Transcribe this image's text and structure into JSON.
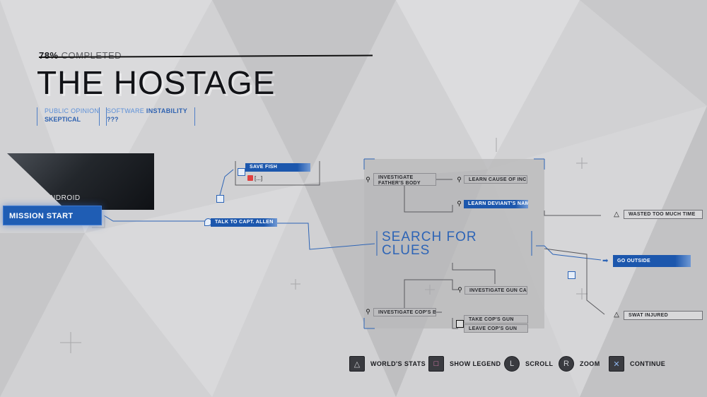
{
  "header": {
    "percent": "78%",
    "completed_label": "COMPLETED",
    "chapter_title": "THE HOSTAGE"
  },
  "stats": {
    "public_opinion_label": "PUBLIC OPINION",
    "public_opinion_value": "SKEPTICAL",
    "software_label_light": "SOFTWARE",
    "software_label_bold": "INSTABILITY",
    "software_value": "???"
  },
  "portrait": {
    "badge_text": "ANDROID"
  },
  "flowchart": {
    "mission_start": "MISSION START",
    "save_fish": "SAVE FISH",
    "unknown_choice": "[...]",
    "talk_to_captain": "TALK TO CAPT. ALLEN",
    "investigate_father": "INVESTIGATE FATHER'S BODY",
    "learn_cause": "LEARN CAUSE OF INCIDENT",
    "learn_deviant": "LEARN DEVIANT'S NAME",
    "search_clues": "SEARCH FOR CLUES",
    "investigate_gun_case": "INVESTIGATE GUN CASE",
    "investigate_cop": "INVESTIGATE COP'S BODY",
    "take_gun": "TAKE COP'S GUN",
    "leave_gun": "LEAVE COP'S GUN",
    "wasted_time": "WASTED TOO MUCH TIME",
    "go_outside": "GO OUTSIDE",
    "swat_injured": "SWAT INJURED"
  },
  "controls": {
    "worlds_stats": "WORLD'S STATS",
    "show_legend": "SHOW LEGEND",
    "scroll": "SCROLL",
    "zoom": "ZOOM",
    "continue": "CONTINUE"
  },
  "icons": {
    "triangle": "△",
    "square": "□",
    "l_stick": "L",
    "r_stick": "R",
    "cross": "✕",
    "magnifier": "⚲"
  },
  "colors": {
    "accent_blue": "#1c57ad",
    "background": "#cfcfd1"
  }
}
